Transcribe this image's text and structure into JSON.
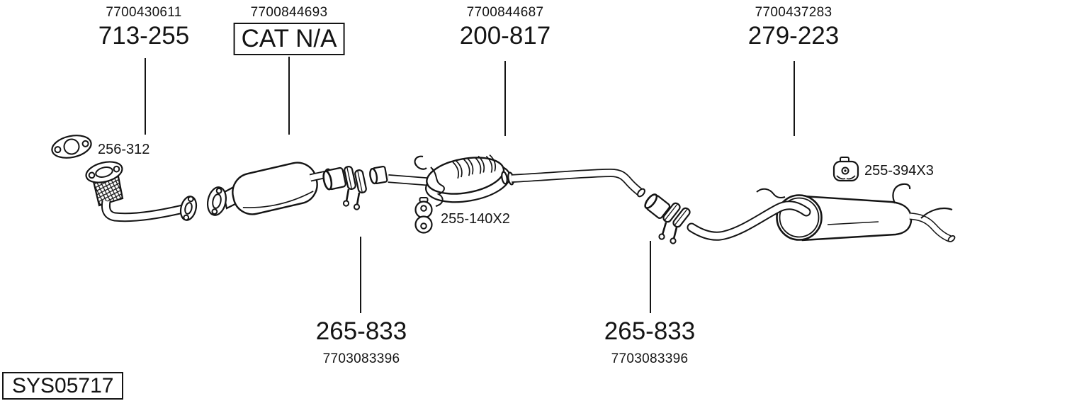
{
  "colors": {
    "background": "#ffffff",
    "ink": "#141414"
  },
  "system_code": "SYS05717",
  "callouts": {
    "front_pipe": {
      "oem": "7700430611",
      "part": "713-255"
    },
    "catalytic_converter": {
      "oem": "7700844693",
      "part": "CAT N/A"
    },
    "middle_silencer": {
      "oem": "7700844687",
      "part": "200-817"
    },
    "rear_silencer": {
      "oem": "7700437283",
      "part": "279-223"
    },
    "fitting_kit_front": {
      "part": "265-833",
      "oem": "7703083396"
    },
    "fitting_kit_rear": {
      "part": "265-833",
      "oem": "7703083396"
    }
  },
  "inline_labels": {
    "front_gasket": "256-312",
    "middle_hanger": "255-140X2",
    "rear_hanger": "255-394X3"
  }
}
